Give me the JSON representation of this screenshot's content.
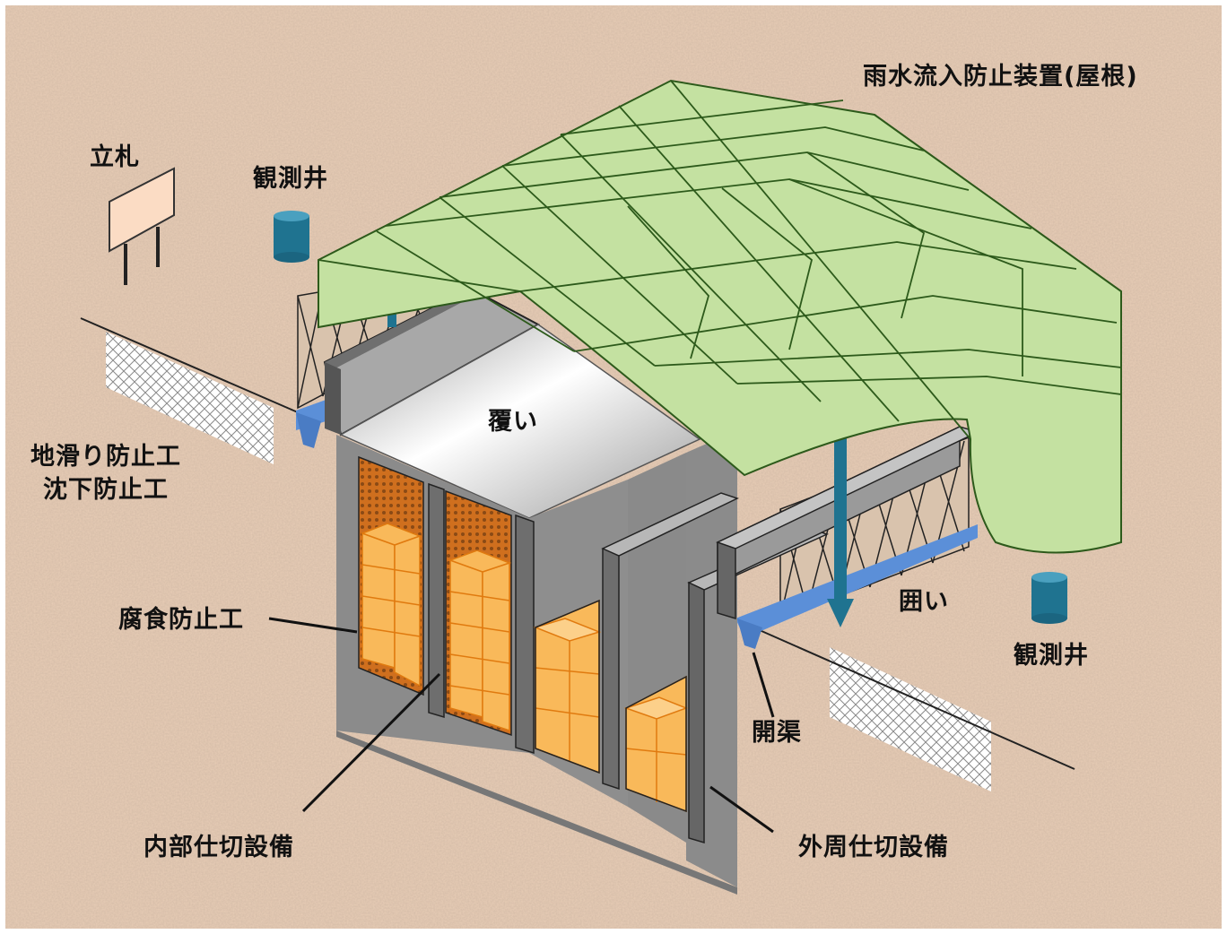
{
  "labels": {
    "roof": "雨水流入防止装置(屋根)",
    "sign": "立札",
    "well_left": "観測井",
    "well_right": "観測井",
    "cover": "覆い",
    "landslide": "地滑り防止工",
    "subsidence": "沈下防止工",
    "corrosion": "腐食防止工",
    "enclosure": "囲い",
    "channel": "開渠",
    "inner_partition": "内部仕切設備",
    "outer_partition": "外周仕切設備"
  },
  "colors": {
    "ground": "#e8cdb6",
    "roof": "#c4e1a1",
    "roof_lines": "#2d5a1b",
    "wall": "#8b8b8b",
    "wall_dark": "#6e6e6e",
    "wall_top": "#bdbdbd",
    "waste_box": "#f9b95a",
    "waste_box_line": "#e07a0f",
    "pipe": "#1f7390",
    "channel": "#5b8fd8",
    "sign": "#fbdcc4"
  }
}
